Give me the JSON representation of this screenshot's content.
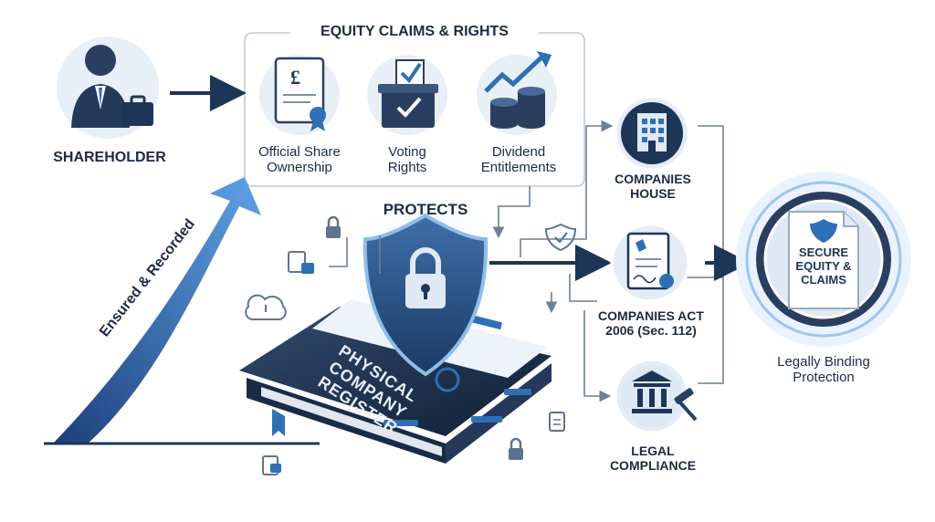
{
  "equity_panel": {
    "title": "EQUITY CLAIMS & RIGHTS",
    "items": [
      {
        "label_line1": "Official Share",
        "label_line2": "Ownership",
        "icon": "share-certificate-icon"
      },
      {
        "label_line1": "Voting",
        "label_line2": "Rights",
        "icon": "ballot-box-icon"
      },
      {
        "label_line1": "Dividend",
        "label_line2": "Entitlements",
        "icon": "coins-growth-icon"
      }
    ]
  },
  "shareholder": {
    "label": "SHAREHOLDER",
    "icon": "shareholder-icon"
  },
  "arrow_label": "Ensured & Recorded",
  "protects_label": "PROTECTS",
  "register": {
    "line1": "PHYSICAL",
    "line2": "COMPANY",
    "line3": "REGISTER",
    "icon": "register-book-icon"
  },
  "companies_house": {
    "line1": "COMPANIES",
    "line2": "HOUSE",
    "icon": "building-icon"
  },
  "companies_act": {
    "line1": "COMPANIES ACT",
    "line2": "2006 (Sec. 112)",
    "icon": "legal-document-icon"
  },
  "legal_compliance": {
    "line1": "LEGAL",
    "line2": "COMPLIANCE",
    "icon": "courthouse-gavel-icon"
  },
  "secure_badge": {
    "line1": "SECURE",
    "line2": "EQUITY &",
    "line3": "CLAIMS",
    "icon": "secure-document-icon"
  },
  "protection_label": {
    "line1": "Legally Binding",
    "line2": "Protection"
  },
  "colors": {
    "navy": "#1d3557",
    "blue": "#2f6fb5",
    "light_blue": "#cfe3f7",
    "text": "#1c2b44"
  }
}
